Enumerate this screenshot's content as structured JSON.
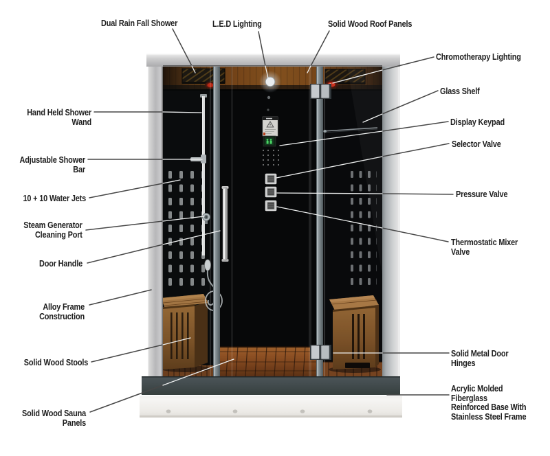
{
  "labels": {
    "dual_rain": "Dual Rain Fall Shower",
    "led_lighting": "L.E.D Lighting",
    "roof_panels": "Solid Wood Roof Panels",
    "chromotherapy": "Chromotherapy Lighting",
    "glass_shelf": "Glass Shelf",
    "display_keypad": "Display Keypad",
    "selector_valve": "Selector Valve",
    "pressure_valve": "Pressure Valve",
    "thermostatic_valve": "Thermostatic Mixer Valve",
    "door_hinges": "Solid Metal Door Hinges",
    "acrylic_base": "Acrylic Molded Fiberglass\nReinforced Base With\nStainless Steel Frame",
    "hand_wand": "Hand Held Shower Wand",
    "shower_bar": "Adjustable Shower Bar",
    "water_jets": "10 + 10 Water Jets",
    "steam_generator": "Steam Generator\nCleaning Port",
    "door_handle": "Door Handle",
    "alloy_frame": "Alloy Frame Construction",
    "stools": "Solid Wood Stools",
    "sauna_panels": "Solid Wood Sauna Panels"
  },
  "colors": {
    "label_text": "#1d1d1d",
    "leader_dark": "#474747",
    "leader_light": "#eef0f0",
    "chromotherapy_red": "#d43018",
    "led_white": "#f4f6f8",
    "wood": "#8a5c2e",
    "frame_silver": "#c2c2c2"
  }
}
